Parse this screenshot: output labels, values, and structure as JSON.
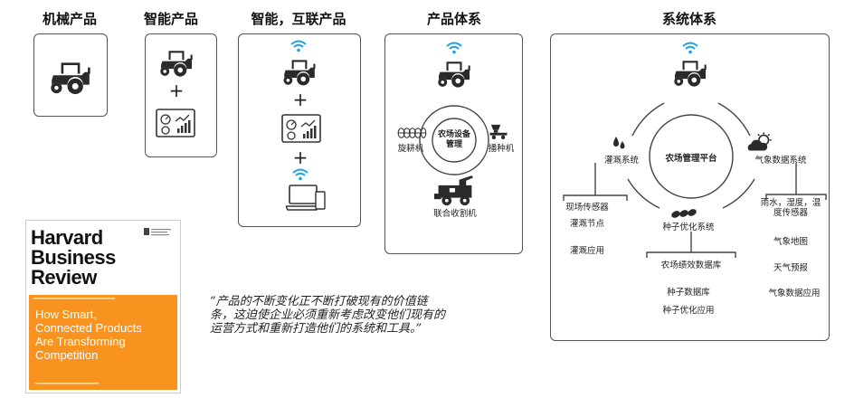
{
  "headers": {
    "mechanical": "机械产品",
    "smart": "智能产品",
    "smart_connected": "智能，互联产品",
    "product_system": "产品体系",
    "system_of_systems": "系统体系"
  },
  "product_system": {
    "hub": "农场设备管理",
    "left": "旋耕机",
    "right": "播种机",
    "bottom": "联合收割机"
  },
  "system_of_systems": {
    "hub": "农场管理平台",
    "irrigation": {
      "name": "灌溉系统",
      "items": [
        "现场传感器",
        "灌溉节点",
        "灌溉应用"
      ]
    },
    "weather": {
      "name": "气象数据系统",
      "items": [
        "雨水，湿度，温度传感器",
        "气象地图",
        "天气预报",
        "气象数据应用"
      ]
    },
    "seed": {
      "name": "种子优化系统",
      "items": [
        "农场绩效数据库",
        "种子数据库",
        "种子优化应用"
      ]
    }
  },
  "book": {
    "masthead": [
      "Harvard",
      "Business",
      "Review"
    ],
    "headline": [
      "How Smart,",
      "Connected Products",
      "Are Transforming",
      "Competition"
    ]
  },
  "quote": "“产品的不断变化正不断打破现有的价值链条，这迫使企业必须重新考虑改变他们现有的运营方式和重新打造他们的系统和工具。”",
  "icons": [
    "tractor-icon",
    "wifi-icon",
    "dashboard-icon",
    "laptop-icon",
    "harvester-icon",
    "seeder-icon",
    "tiller-icon",
    "water-drop-icon",
    "sun-cloud-icon",
    "seeds-icon"
  ],
  "colors": {
    "wifi": "#1ba1e2",
    "book_orange": "#f7931e",
    "border": "#555555",
    "icon": "#222222"
  }
}
